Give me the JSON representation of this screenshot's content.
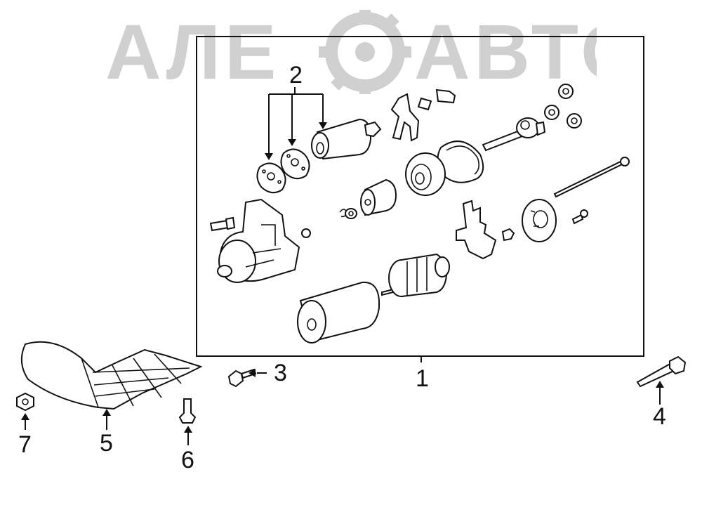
{
  "watermark": {
    "text": "АЛЕ",
    "text2": "АВТО",
    "color": "#c9c9c9"
  },
  "callouts": {
    "c1": "1",
    "c2": "2",
    "c3": "3",
    "c4": "4",
    "c5": "5",
    "c6": "6",
    "c7": "7"
  },
  "colors": {
    "line": "#111111",
    "background": "#ffffff",
    "watermark": "#c9c9c9"
  }
}
